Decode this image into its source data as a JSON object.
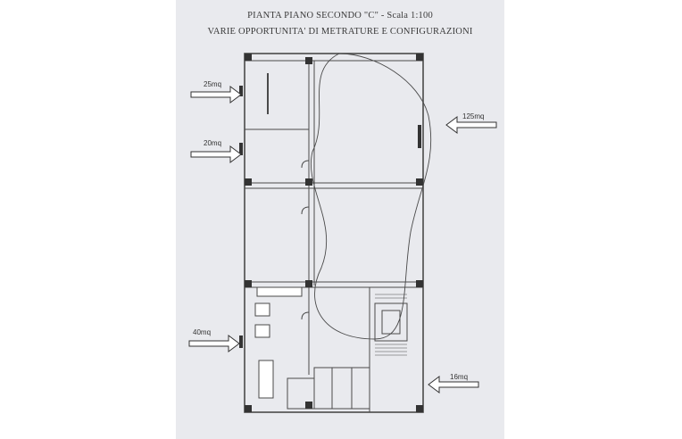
{
  "plan": {
    "title_line1": "PIANTA PIANO SECONDO \"C\" - Scala 1:100",
    "title_line2": "VARIE OPPORTUNITA' DI METRATURE E CONFIGURAZIONI"
  },
  "areas": [
    {
      "id": "area-25",
      "label": "25mq"
    },
    {
      "id": "area-20",
      "label": "20mq"
    },
    {
      "id": "area-125",
      "label": "125mq"
    },
    {
      "id": "area-40",
      "label": "40mq"
    },
    {
      "id": "area-16",
      "label": "16mq"
    }
  ],
  "colors": {
    "paper": "#e9eaee",
    "ink": "#3a3a3a"
  }
}
